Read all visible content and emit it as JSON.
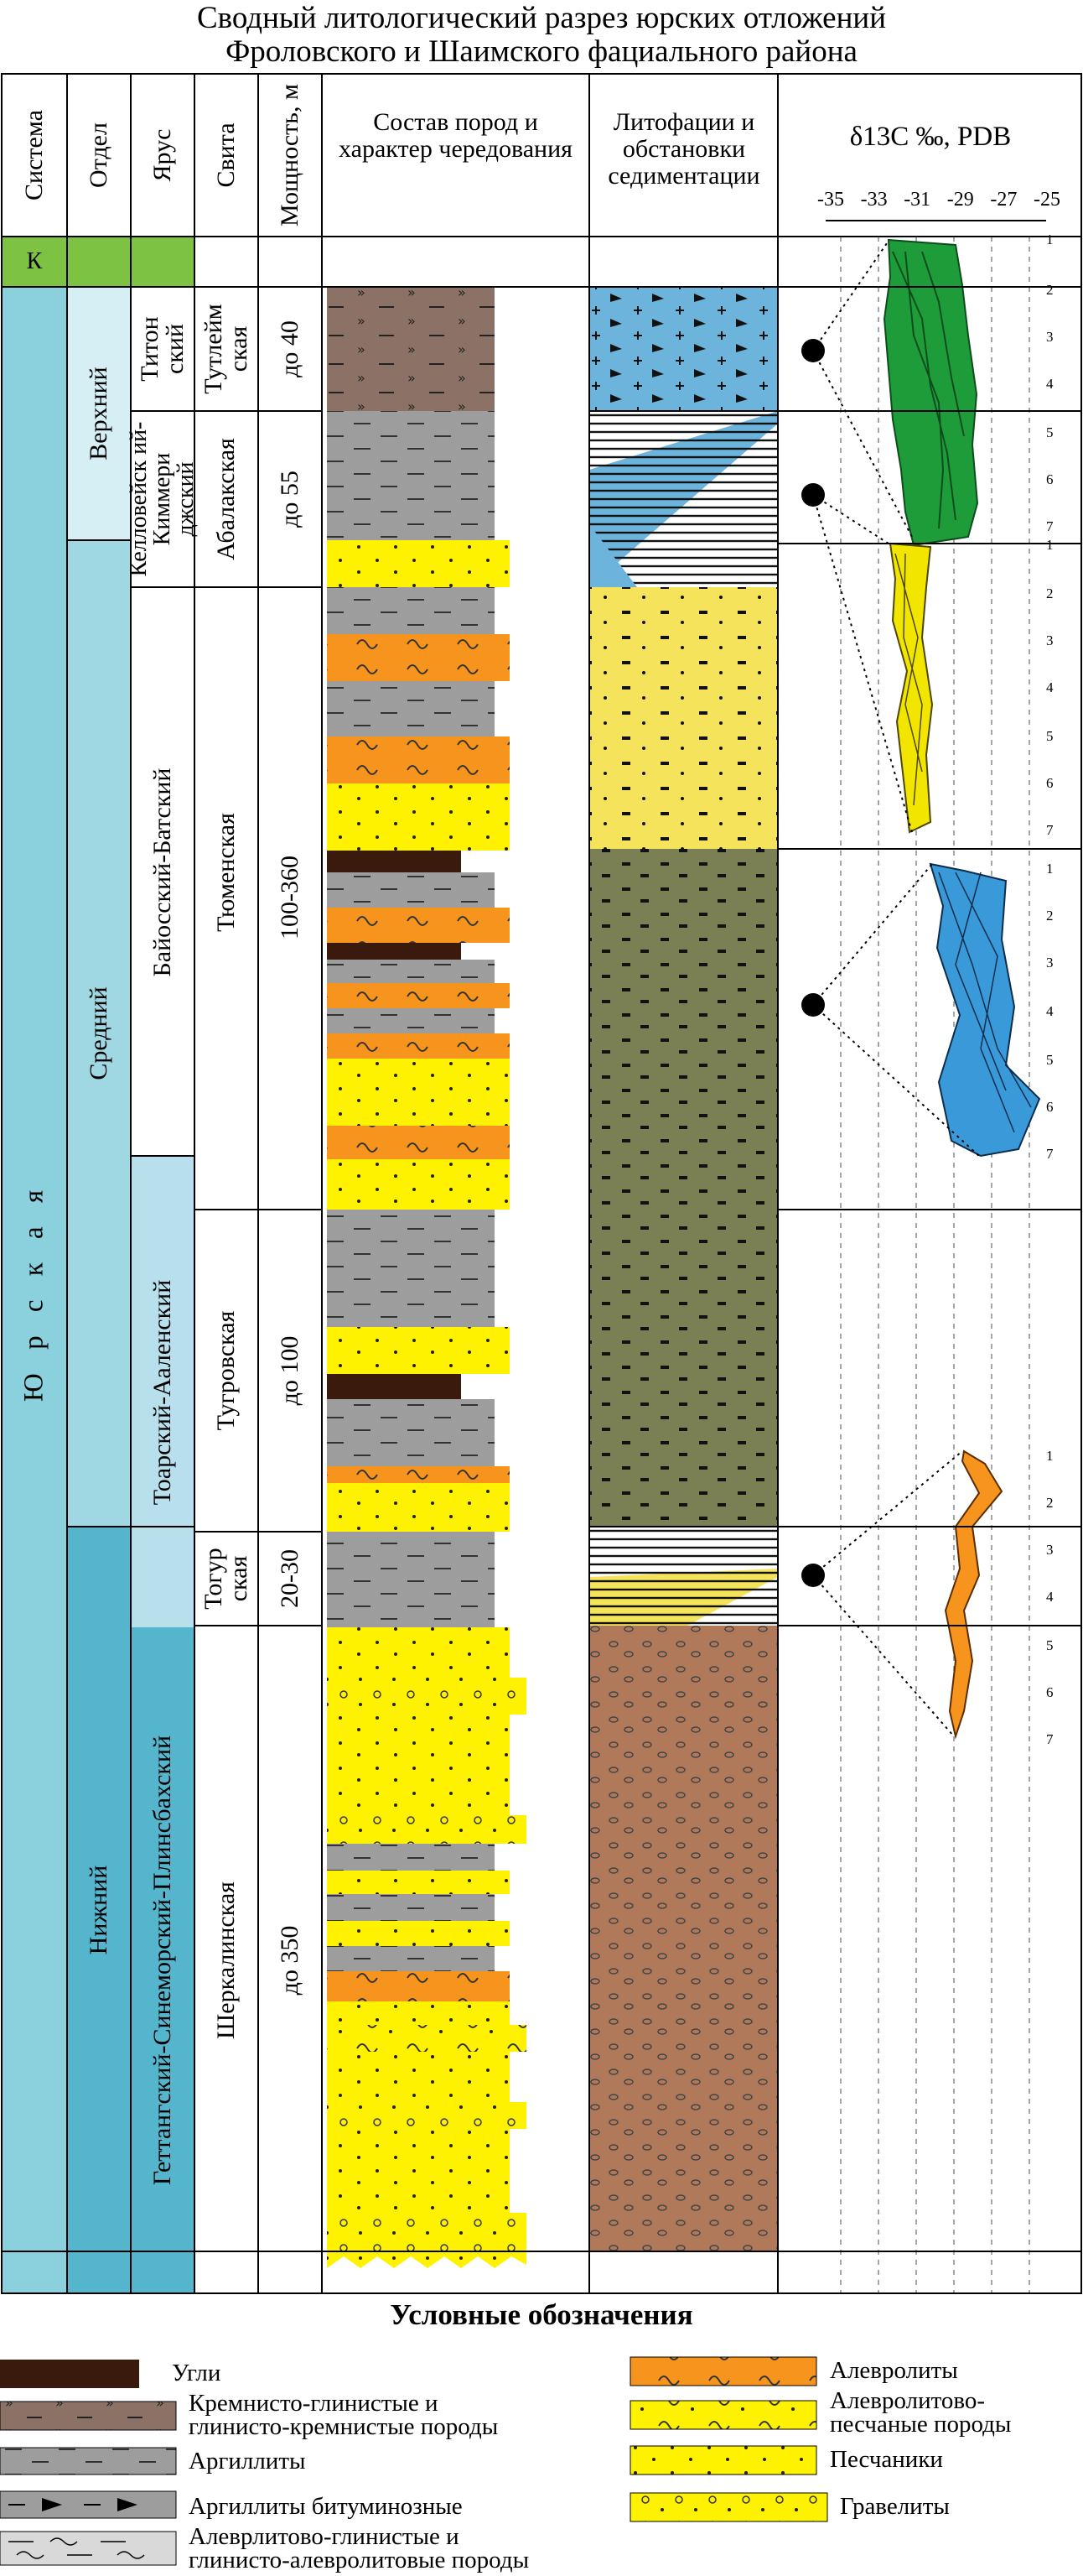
{
  "title_line1": "Сводный литологический разрез юрских отложений",
  "title_line2": "Фроловского и Шаимского фациального района",
  "headers": {
    "system": "Система",
    "division": "Отдел",
    "stage": "Ярус",
    "formation": "Свита",
    "thickness": "Мощность, м",
    "composition": "Состав пород и характер чередования",
    "lithofacies": "Литофации и обстановки седиментации",
    "isotope": "δ13C ‰, PDB"
  },
  "isotope_axis_ticks": [
    "-35",
    "-33",
    "-31",
    "-29",
    "-27",
    "-25"
  ],
  "system_values": {
    "cretaceous": "К",
    "jurassic": "Ю р с к а я"
  },
  "divisions": [
    "Верхний",
    "Средний",
    "Нижний"
  ],
  "stages": [
    "Титон ский",
    "Келловейск ий-Киммери джский",
    "Байосский-Батский",
    "Тоарский-Ааленский",
    "Геттангский-Синеморский-Плинсбахский"
  ],
  "formations": [
    "Тутлейм ская",
    "Абалакская",
    "Тюменская",
    "Тугровская",
    "Тогур ская",
    "Шеркалинская"
  ],
  "thicknesses": [
    "до 40",
    "до 55",
    "100-360",
    "до 100",
    "20-30",
    "до 350"
  ],
  "sample_numbers": [
    "1",
    "2",
    "3",
    "4",
    "5",
    "6",
    "7"
  ],
  "colors": {
    "cretaceous": "#7dc242",
    "system_jurassic": "#8bd0dd",
    "upper": "#d6eff4",
    "middle": "#9fd7e2",
    "lower": "#55b5cc",
    "stage_upper": "#ffffff",
    "stage_middle": "#b8e0ec",
    "siliceous": "#8c7266",
    "argillite": "#9d9d9d",
    "sandstone": "#fff200",
    "siltstone": "#f7941d",
    "coal": "#3b1a0e",
    "facies_blue": "#6cb4dc",
    "facies_yellow": "#f5e35c",
    "facies_olive": "#7b7f54",
    "facies_brown": "#b07a5a",
    "curve_green": "#1e9c3a",
    "curve_yellow": "#f2e600",
    "curve_blue": "#3a9ad9",
    "curve_orange": "#f7941d"
  },
  "legend": {
    "title": "Условные обозначения",
    "coal": "Угли",
    "siliceous_1": "Кремнисто-глинистые и",
    "siliceous_2": "глинисто-кремнистые породы",
    "argillite": "Аргиллиты",
    "bituminous": "Аргиллиты битуминозные",
    "clay_silt_1": "Алеврлитово-глинистые и",
    "clay_silt_2": "глинисто-алевролитовые породы",
    "siltstone": "Алевролиты",
    "silt_sand_1": "Алевролитово-",
    "silt_sand_2": "песчаные породы",
    "sandstone": "Песчаники",
    "gravelite": "Гравелиты"
  }
}
